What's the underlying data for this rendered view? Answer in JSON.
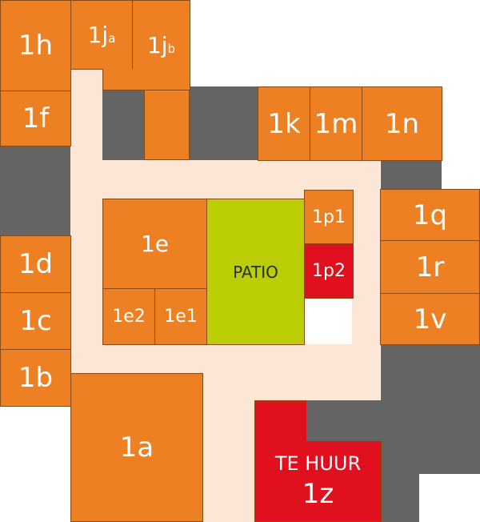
{
  "colors": {
    "unit": "#ee8024",
    "for_rent": "#e0101e",
    "patio": "#bacd05",
    "corridor": "#fce6d5",
    "structure": "#646464"
  },
  "units": {
    "u1h": "1h",
    "u1ja_main": "1j",
    "u1ja_sub": "a",
    "u1jb_main": "1j",
    "u1jb_sub": "b",
    "u1f": "1f",
    "u1k": "1k",
    "u1m": "1m",
    "u1n": "1n",
    "u1e": "1e",
    "patio": "PATIO",
    "u1p1": "1p1",
    "u1p2": "1p2",
    "u1q": "1q",
    "u1r": "1r",
    "u1v": "1v",
    "u1d": "1d",
    "u1c": "1c",
    "u1b": "1b",
    "u1e2": "1e2",
    "u1e1": "1e1",
    "u1a": "1a",
    "u1z_status": "TE HUUR",
    "u1z": "1z"
  }
}
